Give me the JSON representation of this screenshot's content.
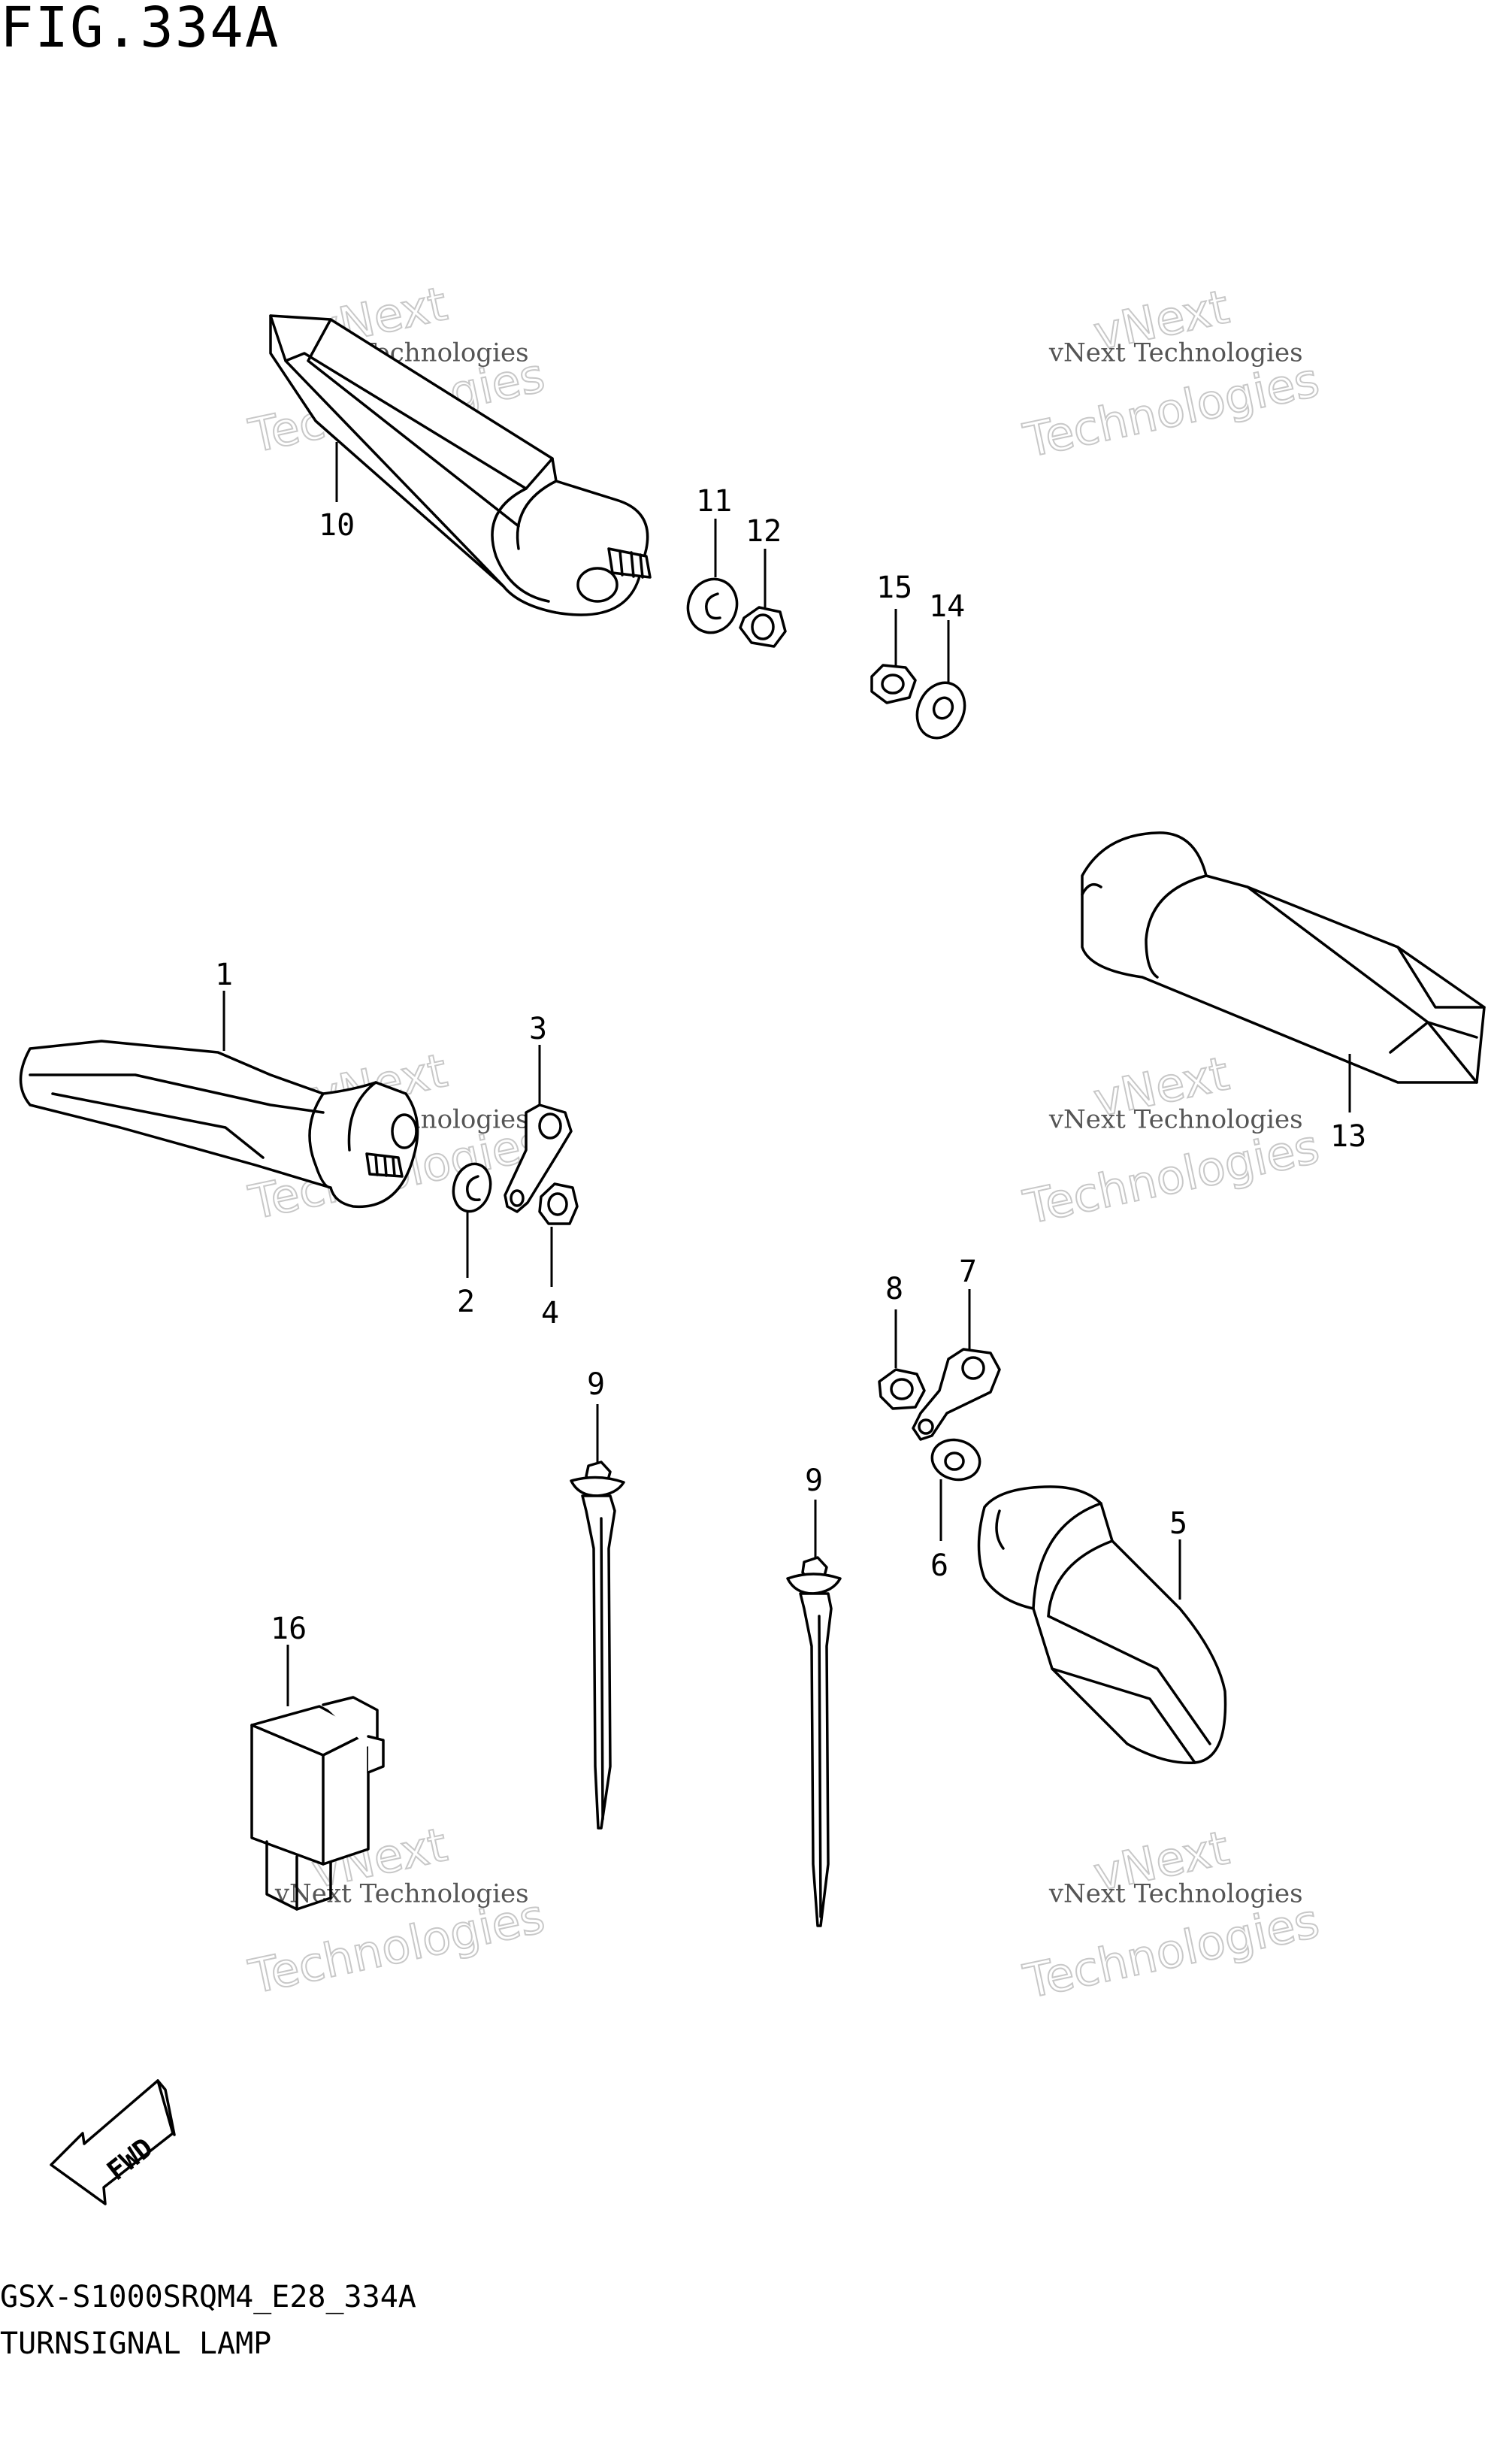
{
  "figure": {
    "title": "FIG.334A",
    "model_code": "GSX-S1000SRQM4_E28_334A",
    "section_name": "TURNSIGNAL LAMP"
  },
  "callouts": {
    "c1": "1",
    "c2": "2",
    "c3": "3",
    "c4": "4",
    "c5": "5",
    "c6": "6",
    "c7": "7",
    "c8": "8",
    "c9a": "9",
    "c9b": "9",
    "c10": "10",
    "c11": "11",
    "c12": "12",
    "c13": "13",
    "c14": "14",
    "c15": "15",
    "c16": "16"
  },
  "fwd_arrow": {
    "label": "FWD"
  },
  "watermark": {
    "line1": "vNext Technologies",
    "line2": "Technologies",
    "line3": "vNext"
  }
}
